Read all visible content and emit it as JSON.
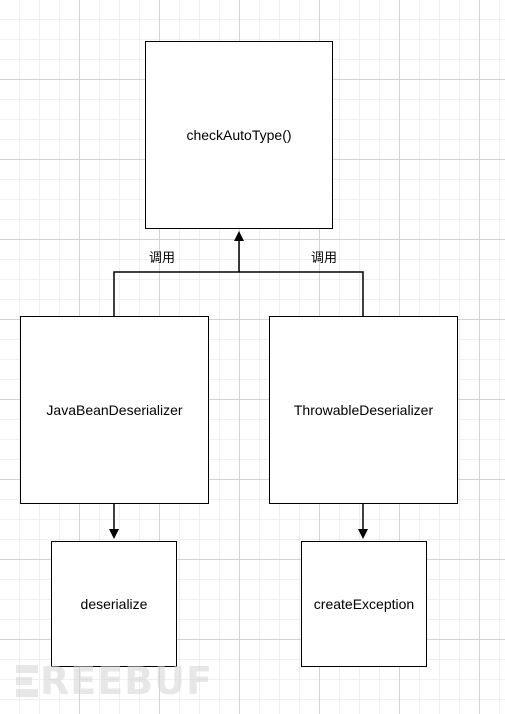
{
  "diagram": {
    "nodes": {
      "check_auto_type": "checkAutoType()",
      "java_bean_deserializer": "JavaBeanDeserializer",
      "throwable_deserializer": "ThrowableDeserializer",
      "deserialize": "deserialize",
      "create_exception": "createException"
    },
    "edges": [
      {
        "from": "JavaBeanDeserializer",
        "to": "checkAutoType()",
        "label": "调用"
      },
      {
        "from": "ThrowableDeserializer",
        "to": "checkAutoType()",
        "label": "调用"
      },
      {
        "from": "JavaBeanDeserializer",
        "to": "deserialize",
        "label": ""
      },
      {
        "from": "ThrowableDeserializer",
        "to": "createException",
        "label": ""
      }
    ]
  },
  "watermark": {
    "text": "REEBUF"
  },
  "colors": {
    "stroke": "#000000",
    "grid_major": "#d3d3d3",
    "grid_minor": "#efefef",
    "watermark": "#d4d4d4"
  }
}
